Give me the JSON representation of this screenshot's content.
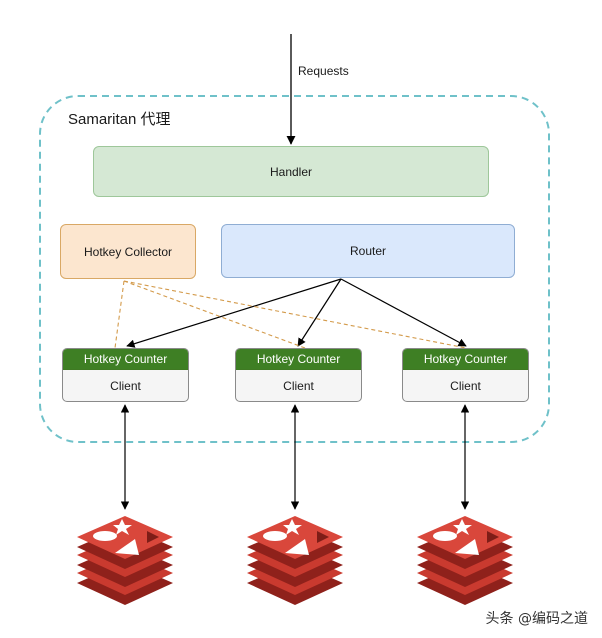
{
  "requests_label": "Requests",
  "proxy_title": "Samaritan 代理",
  "handler": {
    "label": "Handler",
    "fill": "#d5e8d4",
    "stroke": "#9ec79a"
  },
  "collector": {
    "label": "Hotkey Collector",
    "fill": "#fce6cf",
    "stroke": "#d9a865"
  },
  "router": {
    "label": "Router",
    "fill": "#dae8fc",
    "stroke": "#8fadd3"
  },
  "clients": [
    {
      "counter_label": "Hotkey Counter",
      "client_label": "Client"
    },
    {
      "counter_label": "Hotkey Counter",
      "client_label": "Client"
    },
    {
      "counter_label": "Hotkey Counter",
      "client_label": "Client"
    }
  ],
  "colors": {
    "counter_header": "#3e7f24",
    "proxy_border": "#6fc1c9",
    "dashed_link": "#d39a4a",
    "redis_red": "#c93a2f",
    "redis_dark": "#8f211b"
  },
  "redis_icons": [
    "redis-logo",
    "redis-logo",
    "redis-logo"
  ],
  "watermark": "头条 @编码之道"
}
